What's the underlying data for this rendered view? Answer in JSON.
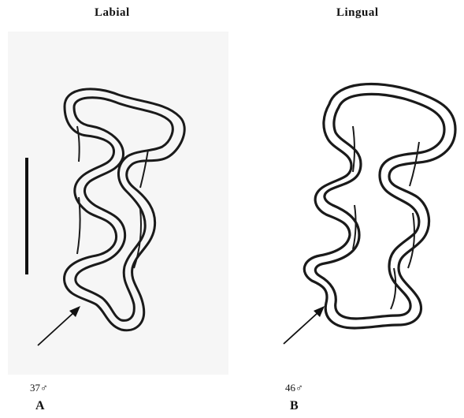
{
  "headings": {
    "left": "Labial",
    "right": "Lingual"
  },
  "panels": [
    {
      "specimen": "37♂",
      "letter": "A",
      "arrow_icon": "arrow-up-right-icon",
      "has_scale_bar": true
    },
    {
      "specimen": "46♂",
      "letter": "B",
      "arrow_icon": "arrow-up-right-icon",
      "has_scale_bar": false
    }
  ],
  "colors": {
    "outline": "#1a1a1a",
    "left_background": "#f6f6f6",
    "right_background": "#ffffff"
  }
}
